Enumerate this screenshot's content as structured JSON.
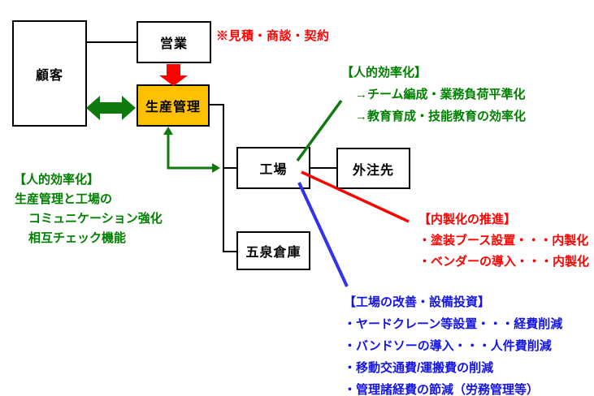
{
  "colors": {
    "line-black": "#000000",
    "production-fill": "#FFC000",
    "red": "#FF0000",
    "green": "#008000",
    "arrow-green": "#0E7A0E",
    "blue-text": "#1414E8",
    "blue-line": "#3333EE"
  },
  "boxes": {
    "customer": "顧客",
    "sales": "営業",
    "production": "生産管理",
    "factory": "工場",
    "subcontractor": "外注先",
    "warehouse": "五泉倉庫"
  },
  "annotations": {
    "sales_note": "※見積・商談・契約",
    "efficiency_right": {
      "title": "【人的効率化】",
      "lines": [
        "→チーム編成・業務負荷平準化",
        "→教育育成・技能教育の効率化"
      ]
    },
    "efficiency_left": {
      "title": "【人的効率化】",
      "lines": [
        "生産管理と工場の",
        "コミュニケーション強化",
        "相互チェック機能"
      ]
    },
    "insourcing": {
      "title": "【内製化の推進】",
      "lines": [
        "・塗装ブース設置・・・内製化",
        "・ベンダーの導入・・・内製化"
      ]
    },
    "improvement": {
      "title": "【工場の改善・設備投資】",
      "lines": [
        "・ヤードクレーン等設置・・・経費削減",
        "・バンドソーの導入・・・人件費削減",
        "・移動交通費/運搬費の削減",
        "・管理諸経費の節減（労務管理等）"
      ]
    }
  }
}
